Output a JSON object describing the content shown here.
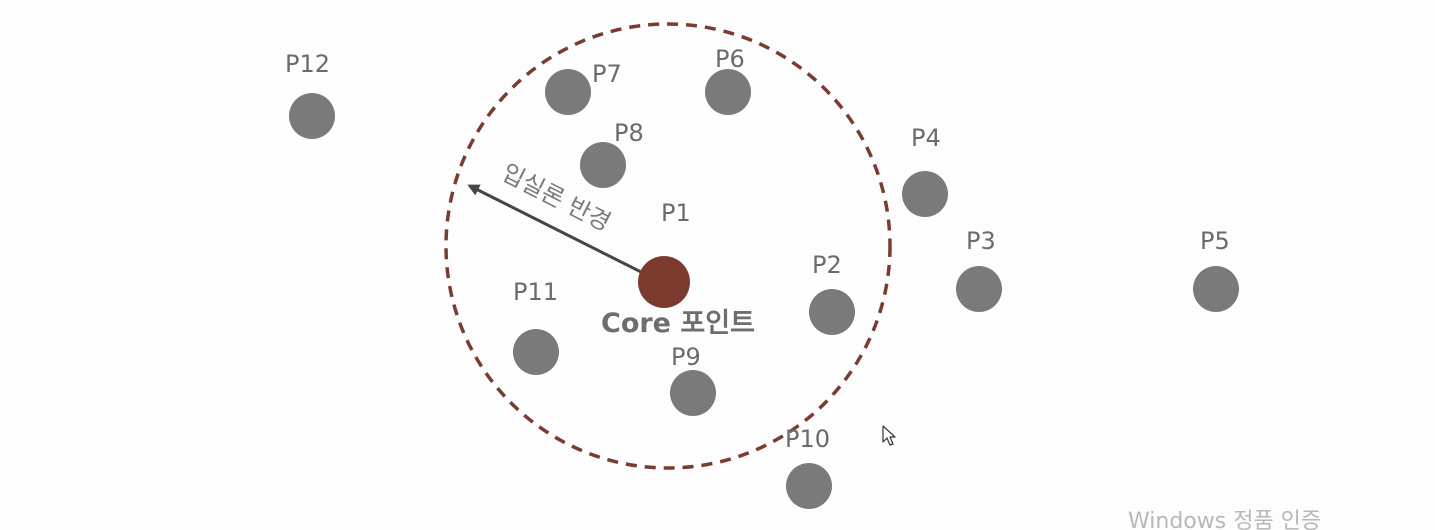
{
  "diagram": {
    "core_label": "Core 포인트",
    "radius_label": "입실론 반경",
    "points": [
      {
        "id": "p1",
        "label": "P1"
      },
      {
        "id": "p2",
        "label": "P2"
      },
      {
        "id": "p3",
        "label": "P3"
      },
      {
        "id": "p4",
        "label": "P4"
      },
      {
        "id": "p5",
        "label": "P5"
      },
      {
        "id": "p6",
        "label": "P6"
      },
      {
        "id": "p7",
        "label": "P7"
      },
      {
        "id": "p8",
        "label": "P8"
      },
      {
        "id": "p9",
        "label": "P9"
      },
      {
        "id": "p10",
        "label": "P10"
      },
      {
        "id": "p11",
        "label": "P11"
      },
      {
        "id": "p12",
        "label": "P12"
      }
    ],
    "colors": {
      "core_point": "#7b3b2e",
      "neighbor_point": "#7a7a7a",
      "epsilon_circle": "#7b3b2e",
      "arrow": "#454545"
    }
  },
  "overlay": {
    "watermark": "Windows 정품 인증"
  },
  "icons": {
    "cursor": "mouse-pointer-icon"
  }
}
